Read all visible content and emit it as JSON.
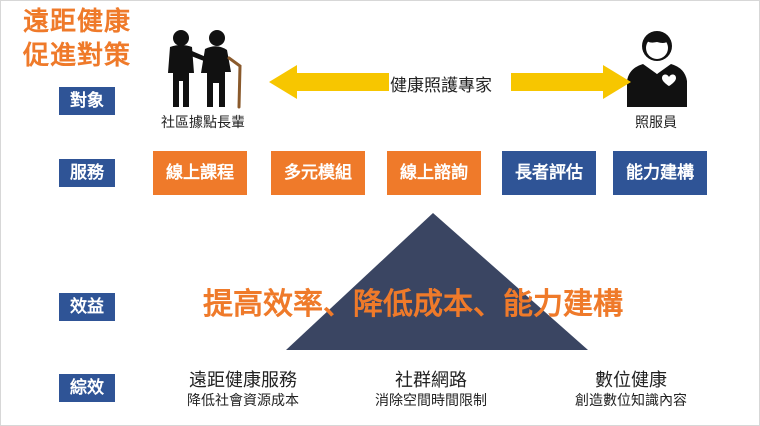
{
  "title": {
    "line1": "遠距健康",
    "line2": "促進對策"
  },
  "labels": {
    "target": "對象",
    "service": "服務",
    "benefit": "效益",
    "outcome": "綜效"
  },
  "targets": {
    "left_caption": "社區據點長輩",
    "center_label": "健康照護專家",
    "right_caption": "照服員"
  },
  "services": [
    {
      "label": "線上課程",
      "color": "#ef7a2a"
    },
    {
      "label": "多元模組",
      "color": "#ef7a2a"
    },
    {
      "label": "線上諮詢",
      "color": "#ef7a2a"
    },
    {
      "label": "長者評估",
      "color": "#2f5496"
    },
    {
      "label": "能力建構",
      "color": "#2f5496"
    }
  ],
  "benefit_text": "提高效率、降低成本、能力建構",
  "outcomes": [
    {
      "title": "遠距健康服務",
      "sub": "降低社會資源成本"
    },
    {
      "title": "社群網路",
      "sub": "消除空間時間限制"
    },
    {
      "title": "數位健康",
      "sub": "創造數位知識內容"
    }
  ],
  "colors": {
    "accent_orange": "#ef7a2a",
    "navy": "#2f5496",
    "triangle": "#3a4562",
    "arrow_yellow": "#f7c600"
  },
  "icons": {
    "elderly": "elderly-couple-icon",
    "caregiver": "caregiver-icon"
  }
}
